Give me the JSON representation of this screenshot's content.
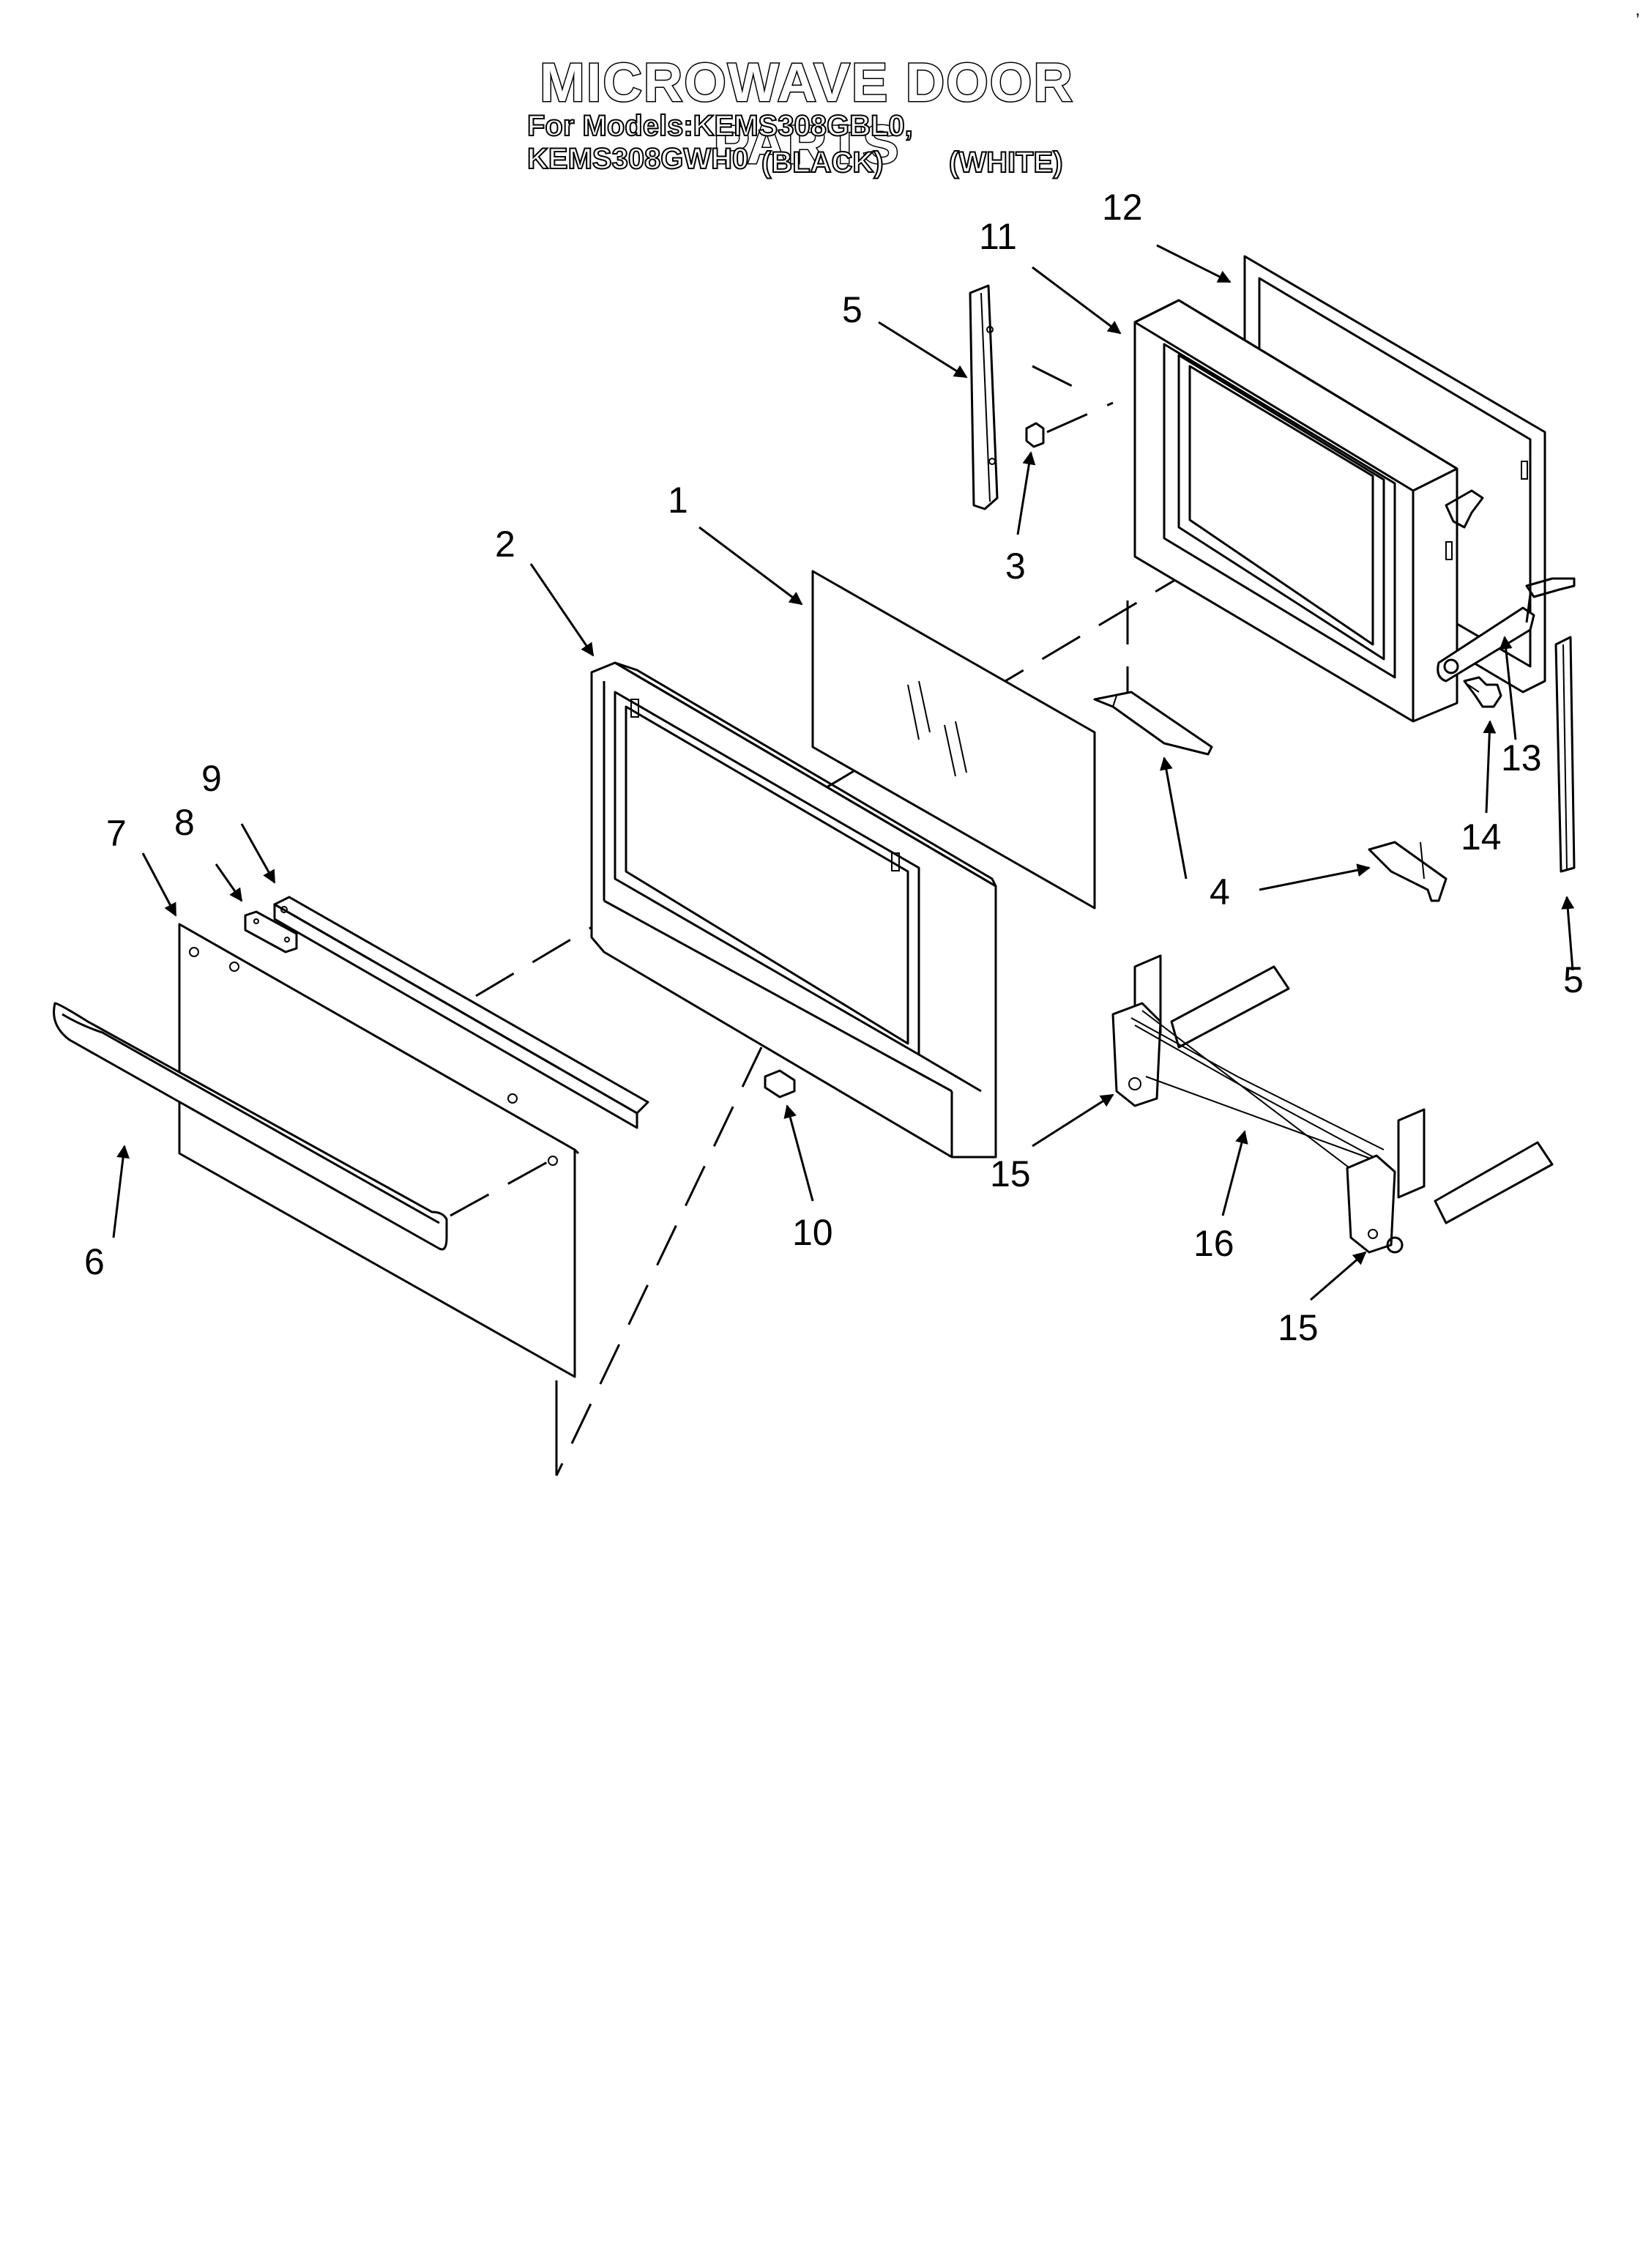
{
  "title": "MICROWAVE DOOR PARTS",
  "models_line": "For Models:KEMS308GBL0, KEMS308GWH0",
  "variants": {
    "black": "(BLACK)",
    "white": "(WHITE)"
  },
  "corner_mark": ",",
  "callouts": {
    "c1": "1",
    "c2": "2",
    "c3": "3",
    "c4a": "4",
    "c5a": "5",
    "c5b": "5",
    "c6": "6",
    "c7": "7",
    "c8": "8",
    "c9": "9",
    "c10": "10",
    "c11": "11",
    "c12": "12",
    "c13": "13",
    "c14": "14",
    "c15a": "15",
    "c15b": "15",
    "c16": "16"
  }
}
